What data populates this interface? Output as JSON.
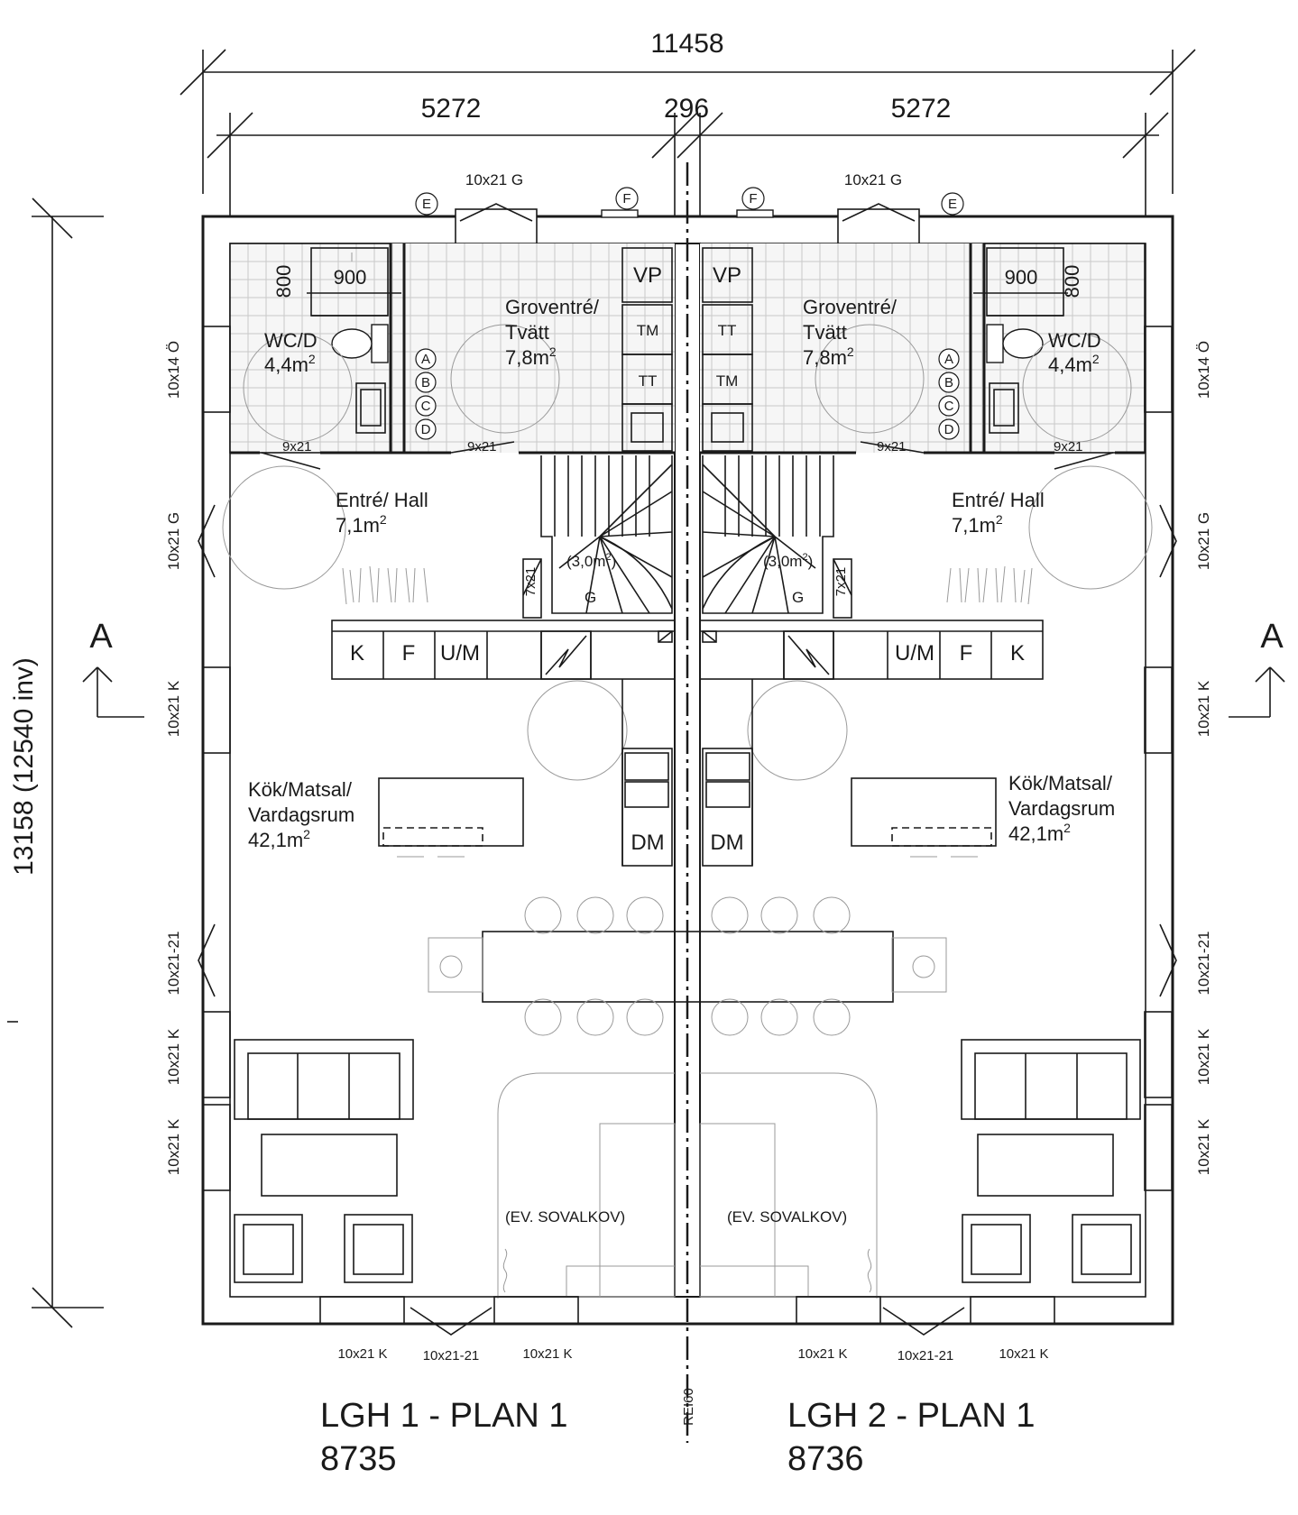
{
  "dimensions": {
    "overall_width": "11458",
    "left_unit": "5272",
    "wall": "296",
    "right_unit": "5272",
    "height": "13158 (12540 inv)",
    "wc_width": "900",
    "wc_depth": "800"
  },
  "section_marker": "A",
  "units": [
    {
      "title": "LGH 1 - PLAN 1",
      "number": "8735",
      "rooms": {
        "wc": {
          "name": "WC/D",
          "area": "4,4m",
          "sup": "2"
        },
        "laundry": {
          "name1": "Groventré/",
          "name2": "Tvätt",
          "area": "7,8m",
          "sup": "2"
        },
        "hall": {
          "name": "Entré/ Hall",
          "area": "7,1m",
          "sup": "2"
        },
        "kitchen": {
          "name1": "Kök/Matsal/",
          "name2": "Vardagsrum",
          "area": "42,1m",
          "sup": "2"
        },
        "stair_area": "(3,0m",
        "stair_sup": "2",
        "stair_area_end": ")",
        "alcove": "(EV. SOVALKOV)"
      },
      "equipment": {
        "vp": "VP",
        "tm": "TM",
        "tt": "TT",
        "dm": "DM",
        "k": "K",
        "f": "F",
        "um": "U/M",
        "g": "G"
      },
      "markers": [
        "A",
        "B",
        "C",
        "D"
      ],
      "marker_e": "E",
      "marker_f": "F",
      "openings": {
        "door_top": "10x21 G",
        "window_side_top": "10x14 Ö",
        "door_side": "10x21 G",
        "window_side_mid": "10x21 K",
        "door_side_low": "10x21-21",
        "window_side_low1": "10x21 K",
        "window_side_low2": "10x21 K",
        "door_wc": "9x21",
        "door_laundry": "9x21",
        "door_stair": "7x21",
        "window_bottom_a": "10x21 K",
        "door_bottom": "10x21-21",
        "window_bottom_b": "10x21 K"
      }
    },
    {
      "title": "LGH 2 - PLAN 1",
      "number": "8736",
      "rooms": {
        "wc": {
          "name": "WC/D",
          "area": "4,4m",
          "sup": "2"
        },
        "laundry": {
          "name1": "Groventré/",
          "name2": "Tvätt",
          "area": "7,8m",
          "sup": "2"
        },
        "hall": {
          "name": "Entré/ Hall",
          "area": "7,1m",
          "sup": "2"
        },
        "kitchen": {
          "name1": "Kök/Matsal/",
          "name2": "Vardagsrum",
          "area": "42,1m",
          "sup": "2"
        },
        "stair_area": "(3,0m",
        "stair_sup": "2",
        "stair_area_end": ")",
        "alcove": "(EV. SOVALKOV)"
      },
      "equipment": {
        "vp": "VP",
        "tm": "TM",
        "tt": "TT",
        "dm": "DM",
        "k": "K",
        "f": "F",
        "um": "U/M",
        "g": "G"
      },
      "markers": [
        "A",
        "B",
        "C",
        "D"
      ],
      "marker_e": "E",
      "marker_f": "F",
      "openings": {
        "door_top": "10x21 G",
        "window_side_top": "10x14 Ö",
        "door_side": "10x21 G",
        "window_side_mid": "10x21 K",
        "door_side_low": "10x21-21",
        "window_side_low1": "10x21 K",
        "window_side_low2": "10x21 K",
        "door_wc": "9x21",
        "door_laundry": "9x21",
        "door_stair": "7x21",
        "window_bottom_a": "10x21 K",
        "door_bottom": "10x21-21",
        "window_bottom_b": "10x21 K"
      }
    }
  ],
  "fire_rating": "REI60"
}
